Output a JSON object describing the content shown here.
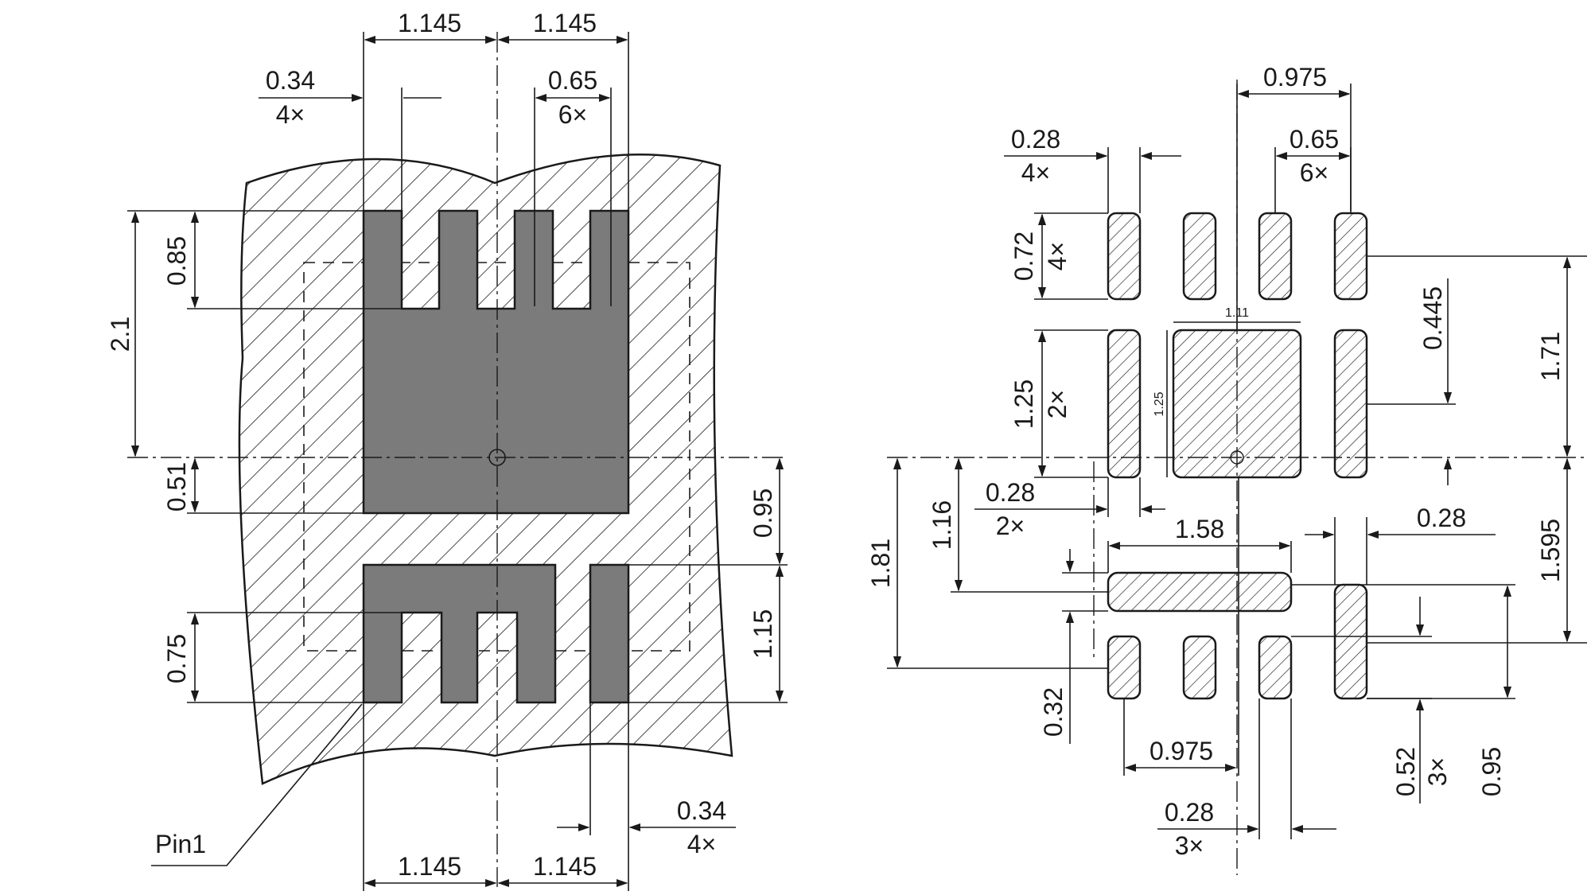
{
  "left_view": {
    "top_dims": [
      "1.145",
      "1.145"
    ],
    "small_dims": [
      {
        "value": "0.34",
        "count": "4×"
      },
      {
        "value": "0.65",
        "count": "6×"
      }
    ],
    "left_dims": [
      "0.85",
      "2.1",
      "0.51",
      "0.75"
    ],
    "right_dims": [
      "0.95",
      "1.15"
    ],
    "bottom_right_dim": {
      "value": "0.34",
      "count": "4×"
    },
    "bottom_dims": [
      "1.145",
      "1.145"
    ],
    "pin_label": "Pin1"
  },
  "right_view": {
    "top_dim": "0.975",
    "small_dims": [
      {
        "value": "0.28",
        "count": "4×"
      },
      {
        "value": "0.65",
        "count": "6×"
      }
    ],
    "pad_dims": [
      {
        "value": "0.72",
        "count": "4×"
      },
      {
        "value": "1.25",
        "count": "2×"
      }
    ],
    "center_pad_width": "1.11",
    "center_pad_height": "1.25",
    "dim_0445": "0.445",
    "dim_171": "1.71",
    "dim_028_2x": {
      "value": "0.28",
      "count": "2×"
    },
    "dim_158": "1.58",
    "dim_028_right": "0.28",
    "dim_1595": "1.595",
    "dim_181": "1.81",
    "dim_116": "1.16",
    "dim_032": "0.32",
    "dim_0975_bottom": "0.975",
    "dim_052": {
      "value": "0.52",
      "count": "3×"
    },
    "dim_095": "0.95",
    "dim_028_3x": {
      "value": "0.28",
      "count": "3×"
    }
  },
  "colors": {
    "copper": "#7b7b7b",
    "line": "#1a1a1a",
    "background": "#ffffff"
  }
}
